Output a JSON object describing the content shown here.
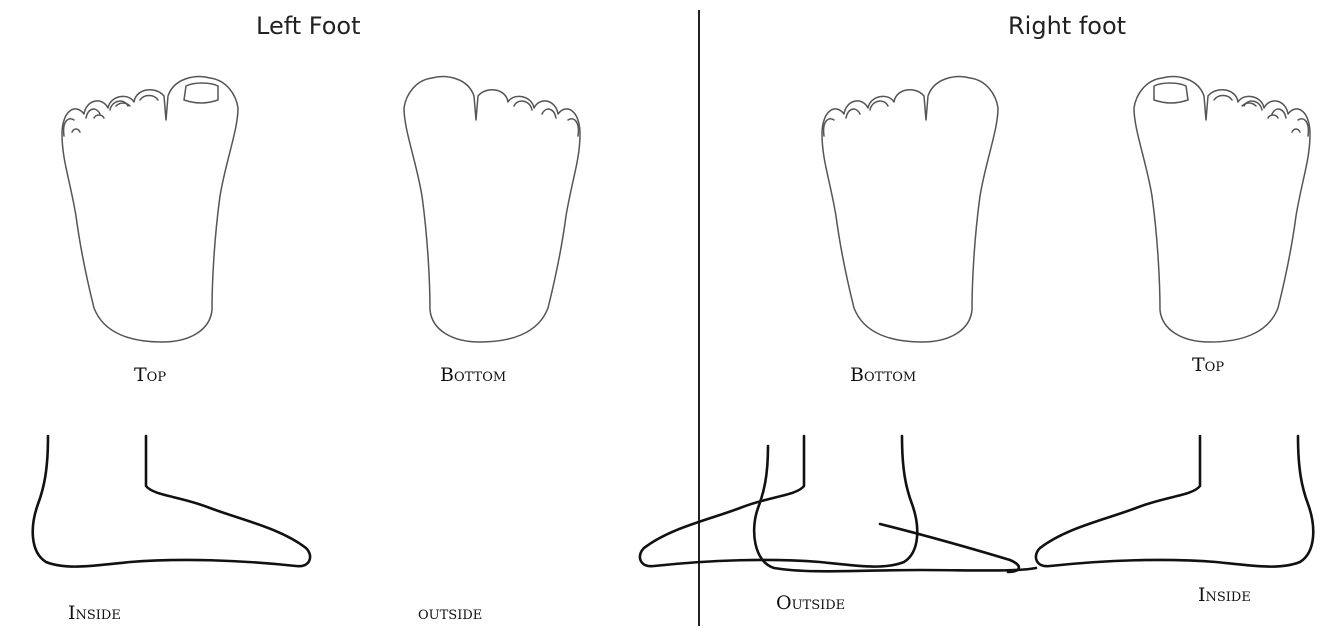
{
  "left": {
    "heading": "Left Foot",
    "labels": {
      "top": "Top",
      "bottom": "Bottom",
      "inside": "Inside",
      "outside": "outside"
    }
  },
  "right": {
    "heading": "Right foot",
    "labels": {
      "bottom": "Bottom",
      "top": "Top",
      "outside": "Outside",
      "inside": "Inside"
    }
  }
}
